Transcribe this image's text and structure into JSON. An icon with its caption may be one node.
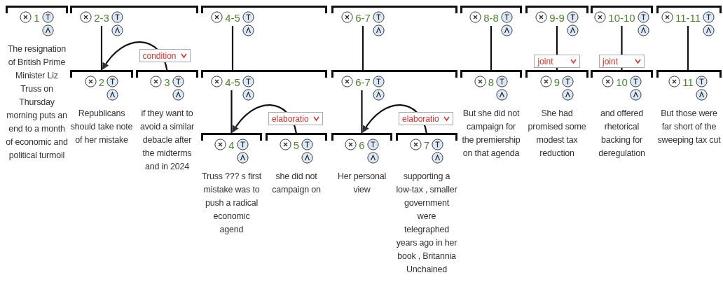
{
  "diagram": {
    "nodes": [
      {
        "text": [
          "1",
          "The resignation of British Prime Minister Liz Truss on Thursday morning puts an end to a month of economic and political turmoil"
        ]
      },
      {
        "text": [
          "2-3"
        ]
      },
      {
        "text": [
          "4-5"
        ]
      },
      {
        "text": [
          "6-7"
        ]
      },
      {
        "text": [
          "8-8"
        ]
      },
      {
        "text": [
          "9-9"
        ]
      },
      {
        "text": [
          "10-10"
        ]
      },
      {
        "text": [
          "11-11"
        ]
      },
      {
        "text": [
          "2",
          "Republicans should take note of her mistake"
        ]
      },
      {
        "text": [
          "3",
          "if they want to avoid a similar debacle after the midterms and in 2024"
        ]
      },
      {
        "text": [
          "4-5"
        ]
      },
      {
        "text": [
          "6-7"
        ]
      },
      {
        "text": [
          "8",
          "But she did not campaign for the premiership on that agenda"
        ]
      },
      {
        "text": [
          "9",
          "She had promised some modest tax reduction"
        ]
      },
      {
        "text": [
          "10",
          "and offered rhetorical backing for deregulation"
        ]
      },
      {
        "text": [
          "11",
          "But those were far short of the sweeping tax cut"
        ]
      },
      {
        "text": [
          "4",
          "Truss ??? s first mistake was to push a radical economic agend"
        ]
      },
      {
        "text": [
          "5",
          "she did not campaign on"
        ]
      },
      {
        "text": [
          "6",
          "Her personal view"
        ]
      },
      {
        "text": [
          "7",
          "supporting a low-tax , smaller government were telegraphed years ago in her book , Britannia Unchained"
        ]
      }
    ],
    "edges": [
      {
        "from": 1,
        "to": 8,
        "arrow": "none"
      },
      {
        "from": 9,
        "to": 8,
        "arrow": "to",
        "label": "condition"
      },
      {
        "from": 2,
        "to": 10,
        "arrow": "none"
      },
      {
        "from": 10,
        "to": 16,
        "arrow": "none"
      },
      {
        "from": 17,
        "to": 16,
        "arrow": "to",
        "label": "elaboratio"
      },
      {
        "from": 3,
        "to": 11,
        "arrow": "none"
      },
      {
        "from": 11,
        "to": 18,
        "arrow": "none"
      },
      {
        "from": 19,
        "to": 18,
        "arrow": "to",
        "label": "elaboratio"
      },
      {
        "from": 4,
        "to": 12,
        "arrow": "none"
      },
      {
        "from": 5,
        "to": 13,
        "arrow": "none",
        "label": "joint"
      },
      {
        "from": 6,
        "to": 14,
        "arrow": "none",
        "label": "joint"
      },
      {
        "from": 7,
        "to": 15,
        "arrow": "none"
      }
    ]
  }
}
